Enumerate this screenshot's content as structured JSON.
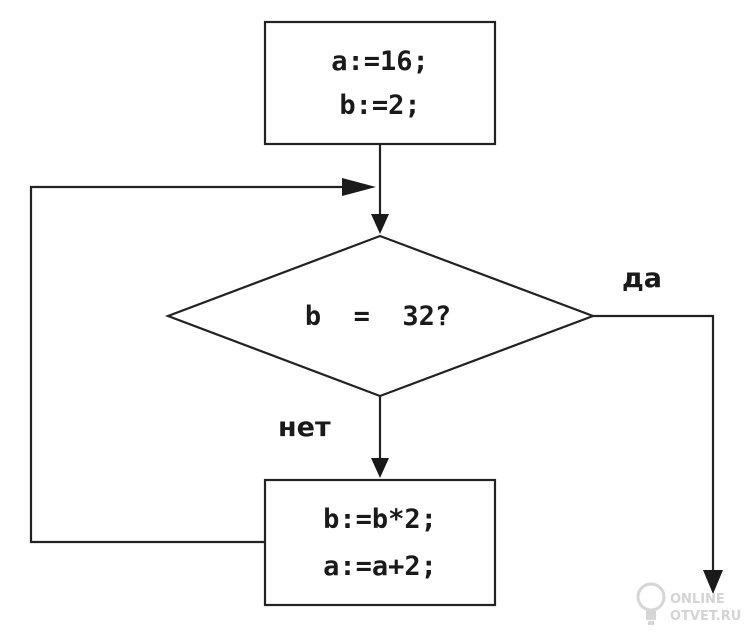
{
  "init_block": {
    "line1": "a:=16;",
    "line2": "b:=2;"
  },
  "condition": {
    "text": "b  =  32?"
  },
  "branches": {
    "yes": "да",
    "no": "нет"
  },
  "body_block": {
    "line1": "b:=b*2;",
    "line2": "a:=a+2;"
  },
  "watermark": {
    "line1": "ONLINE",
    "line2": "OTVET.RU"
  },
  "colors": {
    "stroke": "#222222",
    "text": "#1a1a1a",
    "watermark": "#d4d4d4"
  }
}
